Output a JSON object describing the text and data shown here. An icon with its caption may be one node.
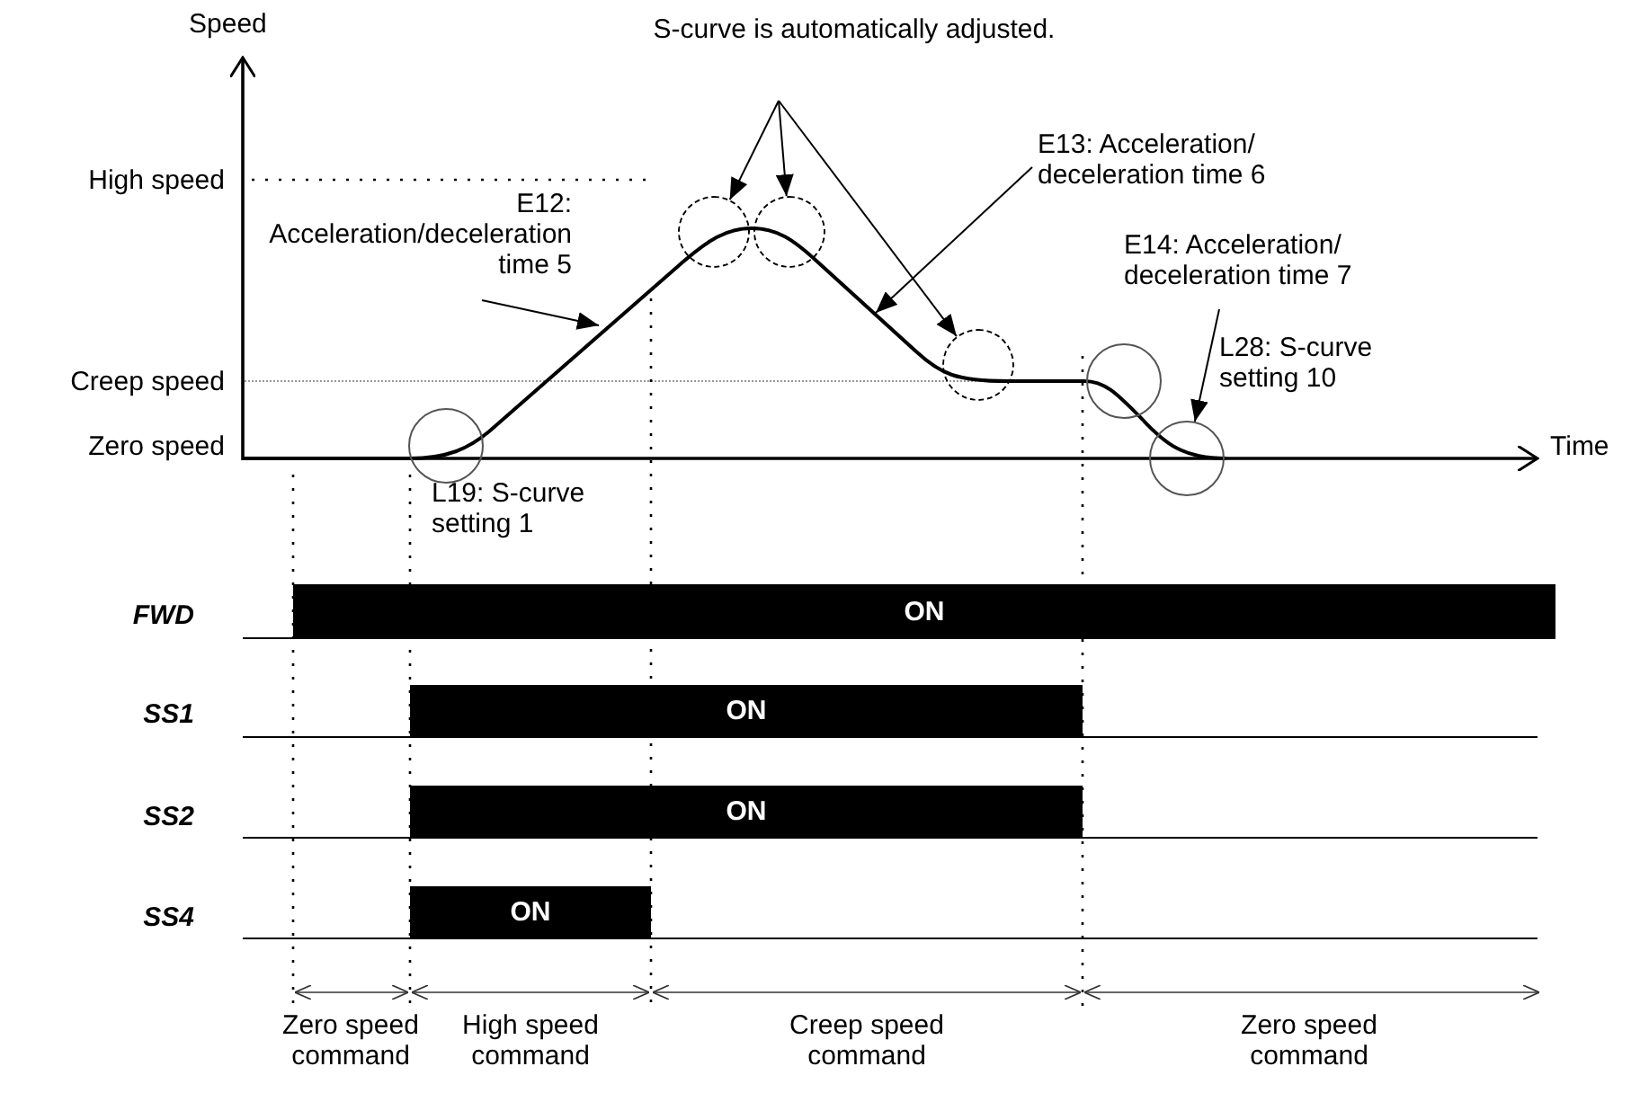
{
  "diagram": {
    "nodes": [
      {
        "text": [
          "S-curve is automatically adjusted."
        ]
      },
      {
        "text": [],
        "shape": "circle"
      },
      {
        "text": [],
        "shape": "circle"
      },
      {
        "text": [],
        "shape": "circle"
      },
      {
        "text": [
          "E12: Acceleration/deceleration time 5"
        ]
      },
      {
        "text": [
          "E13: Acceleration/ deceleration time 6"
        ]
      },
      {
        "text": [
          "E14: Acceleration/ deceleration time 7"
        ]
      },
      {
        "text": [],
        "shape": "circle"
      },
      {
        "text": [],
        "shape": "circle"
      },
      {
        "text": [],
        "shape": "circle"
      }
    ],
    "edges": [
      {
        "from": 0,
        "to": 1,
        "arrow": "to"
      },
      {
        "from": 0,
        "to": 2,
        "arrow": "to"
      },
      {
        "from": 0,
        "to": 3,
        "arrow": "to"
      },
      {
        "from": 4,
        "to": null,
        "arrow": "to"
      },
      {
        "from": 5,
        "to": null,
        "arrow": "to"
      },
      {
        "from": 6,
        "to": 9,
        "arrow": "to"
      }
    ],
    "labels": [
      "Speed",
      "High speed",
      "Creep speed",
      "Zero speed",
      "Time",
      "L19: S-curve setting 1",
      "L28: S-curve setting 10",
      "FWD",
      "ON",
      "SS1",
      "ON",
      "SS2",
      "ON",
      "SS4",
      "ON",
      "Zero speed command",
      "High speed command",
      "Creep speed command",
      "Zero speed command"
    ]
  }
}
